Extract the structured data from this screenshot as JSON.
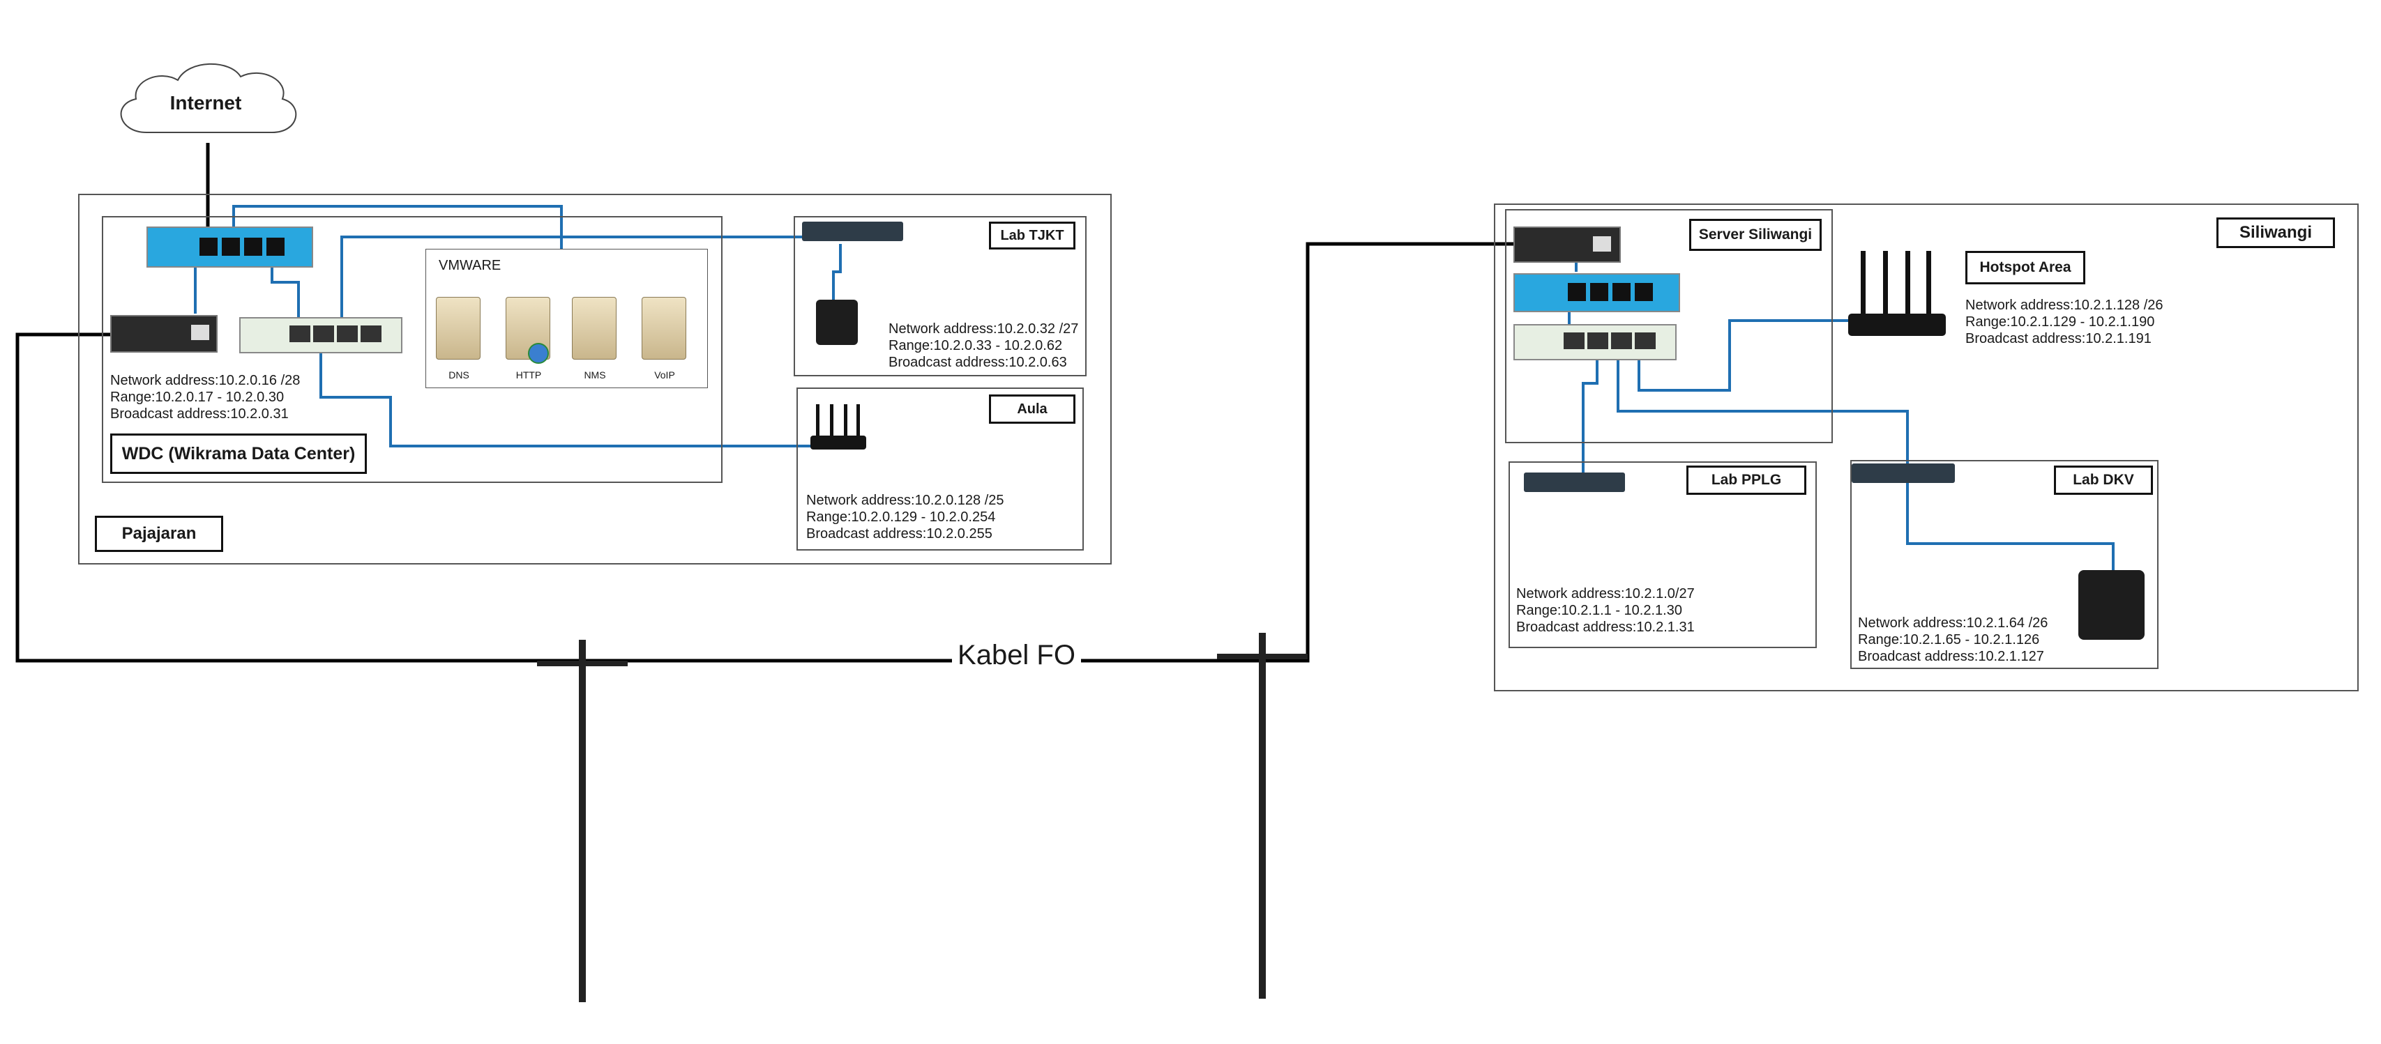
{
  "internet": {
    "label": "Internet"
  },
  "fiber": {
    "label": "Kabel FO"
  },
  "pajajaran": {
    "site_label": "Pajajaran",
    "wdc": {
      "label": "WDC (Wikrama Data Center)",
      "network": "Network address:10.2.0.16 /28",
      "range": "Range:10.2.0.17 - 10.2.0.30",
      "broadcast": "Broadcast address:10.2.0.31",
      "vmware": {
        "title": "VMWARE",
        "servers": [
          "DNS",
          "HTTP",
          "NMS",
          "VoIP"
        ]
      }
    },
    "lab_tjkt": {
      "label": "Lab TJKT",
      "network": "Network address:10.2.0.32 /27",
      "range": "Range:10.2.0.33 - 10.2.0.62",
      "broadcast": "Broadcast address:10.2.0.63"
    },
    "aula": {
      "label": "Aula",
      "network": "Network address:10.2.0.128 /25",
      "range": "Range:10.2.0.129 - 10.2.0.254",
      "broadcast": "Broadcast address:10.2.0.255"
    }
  },
  "siliwangi": {
    "site_label": "Siliwangi",
    "server": {
      "label": "Server Siliwangi"
    },
    "hotspot": {
      "label": "Hotspot Area",
      "network": "Network address:10.2.1.128 /26",
      "range": "Range:10.2.1.129 - 10.2.1.190",
      "broadcast": "Broadcast address:10.2.1.191"
    },
    "lab_pplg": {
      "label": "Lab PPLG",
      "network": "Network address:10.2.1.0/27",
      "range": "Range:10.2.1.1 - 10.2.1.30",
      "broadcast": "Broadcast address:10.2.1.31"
    },
    "lab_dkv": {
      "label": "Lab DKV",
      "network": "Network address:10.2.1.64 /26",
      "range": "Range:10.2.1.65 - 10.2.1.126",
      "broadcast": "Broadcast address:10.2.1.127"
    }
  },
  "colors": {
    "link": "#1f6fb2",
    "fiber": "#000000",
    "router": "#29a7df"
  }
}
